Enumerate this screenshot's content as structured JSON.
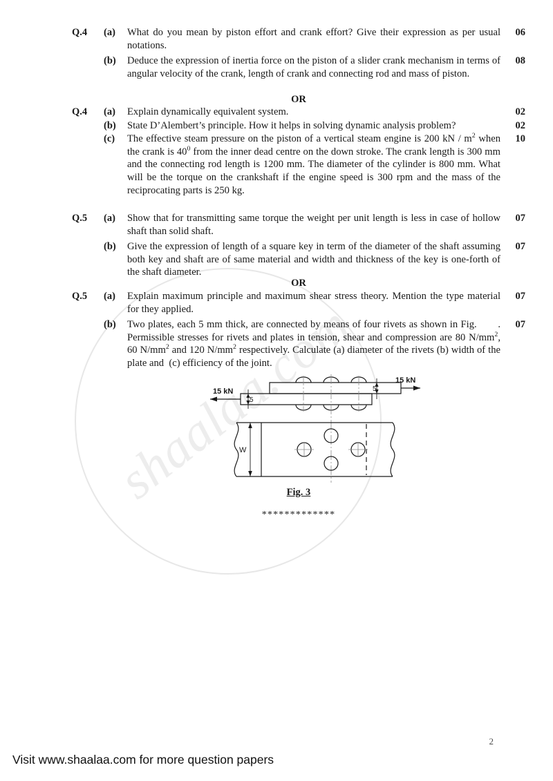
{
  "document": {
    "page_number": "2",
    "footer_note": "Visit www.shaalaa.com for more question papers",
    "watermark_text": "shaalaa.com",
    "or_label": "OR",
    "asterisk_separator": "*************"
  },
  "questions": [
    {
      "number": "Q.4",
      "parts": [
        {
          "label": "(a)",
          "text": "What do you mean by piston effort and crank effort? Give their expression as per usual notations.",
          "marks": "06"
        },
        {
          "label": "(b)",
          "text": "Deduce the expression of inertia force on the piston of a slider crank mechanism in terms of angular velocity of the crank, length of crank and connecting rod and mass of piston.",
          "marks": "08"
        }
      ]
    },
    {
      "number": "Q.4",
      "alternative": true,
      "parts": [
        {
          "label": "(a)",
          "text": "Explain dynamically equivalent system.",
          "marks": "02"
        },
        {
          "label": "(b)",
          "text": "State D’Alembert’s principle. How it helps in solving dynamic analysis problem?",
          "marks": "02"
        },
        {
          "label": "(c)",
          "text_html": "The effective steam pressure on the piston of a vertical steam engine is 200 kN / m<sup>2</sup> when the crank is 40<sup>0</sup> from the inner dead centre on the down stroke. The crank length is 300 mm and the connecting rod length is 1200 mm. The diameter of the cylinder is 800 mm. What will be the torque on the crankshaft if the engine speed is 300 rpm and the mass of the reciprocating parts is 250 kg.",
          "marks": "10"
        }
      ]
    },
    {
      "number": "Q.5",
      "parts": [
        {
          "label": "(a)",
          "text": "Show that for transmitting same torque the weight per unit length is less in case of hollow shaft than solid shaft.",
          "marks": "07"
        },
        {
          "label": "(b)",
          "text": "Give the expression of length of a square key in term of the diameter of the shaft assuming both key and shaft are of same material and width and thickness of the key is one-forth of the shaft diameter.",
          "marks": "07"
        }
      ]
    },
    {
      "number": "Q.5",
      "alternative": true,
      "parts": [
        {
          "label": "(a)",
          "text": "Explain maximum principle and maximum shear stress theory. Mention the type material for they applied.",
          "marks": "07"
        },
        {
          "label": "(b)",
          "text_html": "Two plates, each 5 mm thick, are connected by means of four rivets as shown in Fig.&nbsp;&nbsp;&nbsp;&nbsp;&nbsp;&nbsp;&nbsp;. Permissible stresses for rivets and plates in tension, shear and compression are 80 N/mm<sup>2</sup>, 60 N/mm<sup>2</sup> and 120 N/mm<sup>2</sup> respectively. Calculate (a) diameter of the rivets (b) width of the plate and&nbsp; (c) efficiency of the joint.",
          "marks": "07"
        }
      ]
    }
  ],
  "figure": {
    "caption": "Fig. 3",
    "labels": {
      "force_left": "15 kN",
      "force_right": "15 kN",
      "thickness_left": "5",
      "thickness_right": "5",
      "width": "W"
    },
    "description": "Riveted lap joint: side elevation with two 5 mm plates overlapping and three visible rivet head arcs above and below, loaded by 15 kN tensile forces at both ends; plan view below shows four rivet holes in a diamond pattern across plate width W with break lines at both ends."
  }
}
